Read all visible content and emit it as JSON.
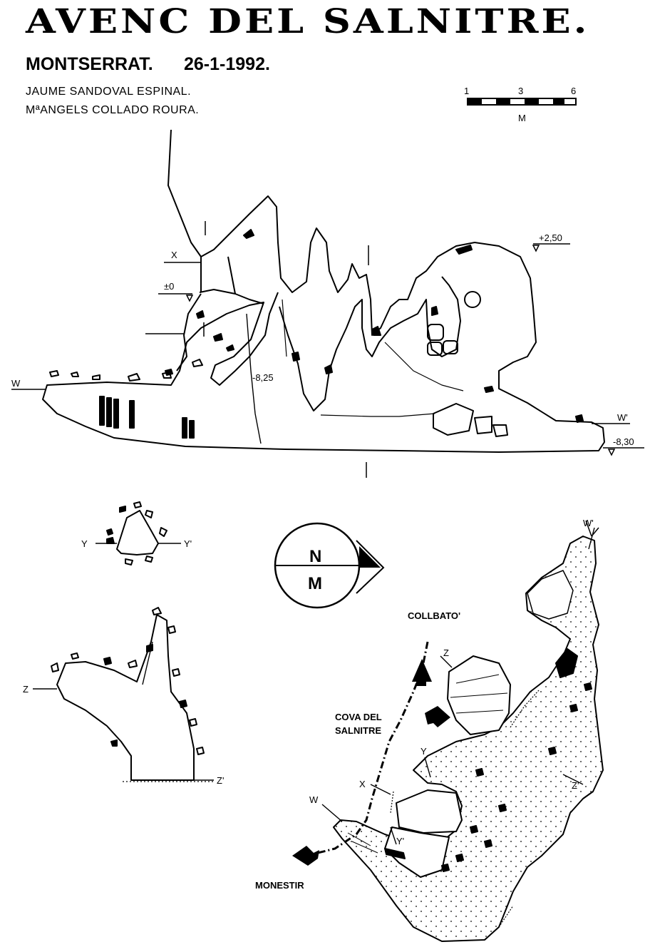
{
  "header": {
    "title": "AVENC DEL SALNITRE.",
    "location": "MONTSERRAT.",
    "date": "26-1-1992.",
    "authors": [
      "JAUME SANDOVAL ESPINAL.",
      "MªANGELS COLLADO ROURA."
    ]
  },
  "scale_bar": {
    "ticks": [
      "1",
      "3",
      "6"
    ],
    "unit": "M"
  },
  "profile": {
    "section_labels": {
      "x": "X",
      "w": "W",
      "w_prime": "W'"
    },
    "depths": {
      "zero": "±0",
      "top": "+2,50",
      "mid": "-8,25",
      "bottom": "-8,30"
    }
  },
  "section_y": {
    "left": "Y",
    "right": "Y'"
  },
  "section_z": {
    "left": "Z",
    "right": "Z'"
  },
  "compass": {
    "north": "N",
    "magnetic": "M"
  },
  "plan": {
    "labels": {
      "w_prime": "W'",
      "z": "Z",
      "y": "Y",
      "x": "X",
      "w": "W",
      "y_prime": "Y'",
      "z_prime": "Z'",
      "collbato": "COLLBATO'",
      "cova_line1": "COVA DEL",
      "cova_line2": "SALNITRE",
      "monestir": "MONESTIR"
    }
  },
  "colors": {
    "ink": "#000000",
    "paper": "#ffffff"
  }
}
